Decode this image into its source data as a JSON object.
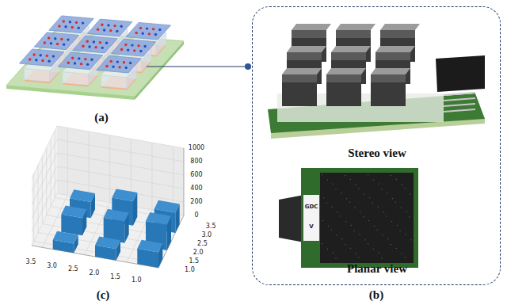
{
  "diagram": {
    "nodes": [
      {
        "text": [
          "Stereo view",
          "Planar view"
        ]
      }
    ],
    "labels": [
      "(a)",
      "(b)",
      "(c)",
      "1000",
      "800",
      "600",
      "400",
      "200",
      "0",
      "3.5",
      "3.0",
      "2.5",
      "2.0",
      "1.5",
      "1.0",
      "1.0",
      "1.5",
      "2.0",
      "2.5",
      "3.0",
      "3.5",
      "GDC",
      "V"
    ]
  }
}
